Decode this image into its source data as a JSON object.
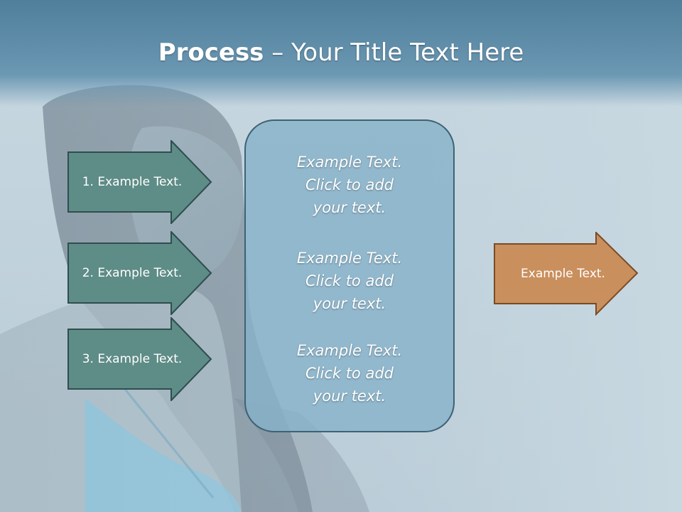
{
  "slide": {
    "title_bold": "Process",
    "title_rest": " – Your Title Text Here"
  },
  "inputs": [
    {
      "label": "1. Example Text."
    },
    {
      "label": "2. Example Text."
    },
    {
      "label": "3. Example Text."
    }
  ],
  "center": {
    "items": [
      {
        "text": "Example Text.\nClick  to add\nyour text."
      },
      {
        "text": "Example Text.\nClick  to add\nyour text."
      },
      {
        "text": "Example Text.\nClick  to add\nyour text."
      }
    ]
  },
  "output": {
    "label": "Example Text."
  },
  "colors": {
    "input_arrow_fill": "#5e8c87",
    "input_arrow_stroke": "#2f4d4f",
    "output_arrow_fill": "#c98f5d",
    "output_arrow_stroke": "#7b4b24",
    "center_fill": "#88b2c9",
    "title_band": "#5a88a3"
  }
}
